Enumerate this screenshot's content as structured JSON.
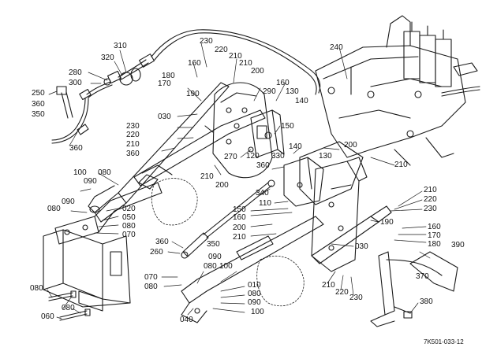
{
  "figure_code": "7K501-033-12",
  "parts": [
    {
      "id": "p310",
      "label": "310"
    },
    {
      "id": "p320",
      "label": "320"
    },
    {
      "id": "p280",
      "label": "280"
    },
    {
      "id": "p300",
      "label": "300"
    },
    {
      "id": "p250",
      "label": "250"
    },
    {
      "id": "p360a",
      "label": "360"
    },
    {
      "id": "p350a",
      "label": "350"
    },
    {
      "id": "p360b",
      "label": "360"
    },
    {
      "id": "p230a",
      "label": "230"
    },
    {
      "id": "p220a",
      "label": "220"
    },
    {
      "id": "p210a",
      "label": "210"
    },
    {
      "id": "p210b",
      "label": "210"
    },
    {
      "id": "p160a",
      "label": "160"
    },
    {
      "id": "p180a",
      "label": "180"
    },
    {
      "id": "p170a",
      "label": "170"
    },
    {
      "id": "p190a",
      "label": "190"
    },
    {
      "id": "p200a",
      "label": "200"
    },
    {
      "id": "p160b",
      "label": "160"
    },
    {
      "id": "p290",
      "label": "290"
    },
    {
      "id": "p130a",
      "label": "130"
    },
    {
      "id": "p140a",
      "label": "140"
    },
    {
      "id": "p240",
      "label": "240"
    },
    {
      "id": "p030a",
      "label": "030"
    },
    {
      "id": "p230b",
      "label": "230"
    },
    {
      "id": "p220b",
      "label": "220"
    },
    {
      "id": "p210c",
      "label": "210"
    },
    {
      "id": "p360c",
      "label": "360"
    },
    {
      "id": "p150a",
      "label": "150"
    },
    {
      "id": "p140b",
      "label": "140"
    },
    {
      "id": "p200b",
      "label": "200"
    },
    {
      "id": "p270",
      "label": "270"
    },
    {
      "id": "p120",
      "label": "120"
    },
    {
      "id": "p330",
      "label": "330"
    },
    {
      "id": "p360d",
      "label": "360"
    },
    {
      "id": "p130b",
      "label": "130"
    },
    {
      "id": "p210d",
      "label": "210"
    },
    {
      "id": "p210e",
      "label": "210"
    },
    {
      "id": "p200c",
      "label": "200"
    },
    {
      "id": "p100a",
      "label": "100"
    },
    {
      "id": "p080a",
      "label": "080"
    },
    {
      "id": "p090a",
      "label": "090"
    },
    {
      "id": "p340",
      "label": "340"
    },
    {
      "id": "p110",
      "label": "110"
    },
    {
      "id": "p210f",
      "label": "210"
    },
    {
      "id": "p220c",
      "label": "220"
    },
    {
      "id": "p230c",
      "label": "230"
    },
    {
      "id": "p080b",
      "label": "080"
    },
    {
      "id": "p090b",
      "label": "090"
    },
    {
      "id": "p020",
      "label": "020"
    },
    {
      "id": "p050",
      "label": "050"
    },
    {
      "id": "p080c",
      "label": "080"
    },
    {
      "id": "p070a",
      "label": "070"
    },
    {
      "id": "p150b",
      "label": "150"
    },
    {
      "id": "p160c",
      "label": "160"
    },
    {
      "id": "p200d",
      "label": "200"
    },
    {
      "id": "p210g",
      "label": "210"
    },
    {
      "id": "p190b",
      "label": "190"
    },
    {
      "id": "p160d",
      "label": "160"
    },
    {
      "id": "p170b",
      "label": "170"
    },
    {
      "id": "p180b",
      "label": "180"
    },
    {
      "id": "p360e",
      "label": "360"
    },
    {
      "id": "p350b",
      "label": "350"
    },
    {
      "id": "p260",
      "label": "260"
    },
    {
      "id": "p030b",
      "label": "030"
    },
    {
      "id": "p390",
      "label": "390"
    },
    {
      "id": "p090c",
      "label": "090"
    },
    {
      "id": "p080d",
      "label": "080"
    },
    {
      "id": "p100b",
      "label": "100"
    },
    {
      "id": "p070b",
      "label": "070"
    },
    {
      "id": "p080e",
      "label": "080"
    },
    {
      "id": "p210h",
      "label": "210"
    },
    {
      "id": "p220d",
      "label": "220"
    },
    {
      "id": "p230d",
      "label": "230"
    },
    {
      "id": "p370",
      "label": "370"
    },
    {
      "id": "p010",
      "label": "010"
    },
    {
      "id": "p080f",
      "label": "080"
    },
    {
      "id": "p090d",
      "label": "090"
    },
    {
      "id": "p100c",
      "label": "100"
    },
    {
      "id": "p080g",
      "label": "080"
    },
    {
      "id": "p060",
      "label": "060"
    },
    {
      "id": "p080h",
      "label": "080"
    },
    {
      "id": "p040",
      "label": "040"
    },
    {
      "id": "p380",
      "label": "380"
    }
  ]
}
